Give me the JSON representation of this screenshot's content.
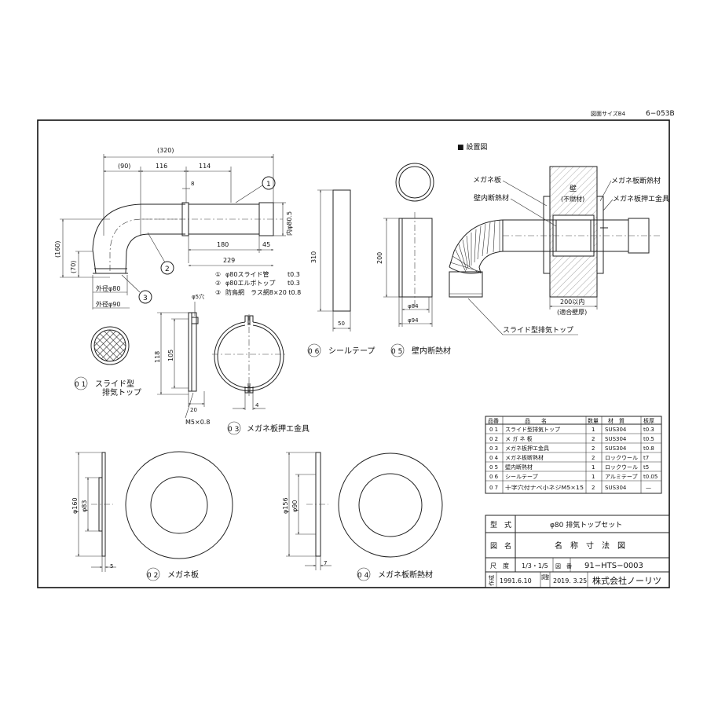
{
  "header": {
    "paper_size": "図面サイズB4",
    "drawing_ref": "6−053B"
  },
  "install_view": {
    "title": "■ 設置図",
    "labels": {
      "megane_plate": "メガネ板",
      "wall_insulation": "壁内断熱材",
      "wall": "壁",
      "wall_sub": "(不燃材)",
      "megane_insulation": "メガネ板断熱材",
      "megane_fitting": "メガネ板押エ金具",
      "wall_thickness": "200以内",
      "wall_thickness_sub": "(適合壁厚)",
      "slide_top": "スライド型排気トップ"
    }
  },
  "part01_view": {
    "dims": {
      "total": "(320)",
      "d90": "(90)",
      "d116": "116",
      "d114": "114",
      "d8": "8",
      "d180": "180",
      "d45": "45",
      "d229": "229",
      "h160": "(160)",
      "h70": "(70)",
      "inner_dia": "内φ80.5",
      "outer80": "外径φ80",
      "outer90": "外径φ90"
    },
    "balloons": [
      "1",
      "2",
      "3"
    ],
    "notes": [
      {
        "no": "①",
        "text": "φ80スライド管",
        "t": "t0.3"
      },
      {
        "no": "②",
        "text": "φ80エルボトップ",
        "t": "t0.3"
      },
      {
        "no": "③",
        "text": "防鳥網　ラス網8×20 t0.8",
        "t": ""
      }
    ],
    "label_no": "0 1",
    "label": "スライド型",
    "label2": "排気トップ"
  },
  "part06_view": {
    "dim_h": "310",
    "dim_w": "50",
    "label_no": "0 6",
    "label": "シールテープ"
  },
  "part05_view": {
    "dim_h": "200",
    "dim_in": "φ84",
    "dim_out": "φ94",
    "label_no": "0 5",
    "label": "壁内断熱材"
  },
  "part03_view": {
    "hole": "φ5穴",
    "d118": "118",
    "d105": "105",
    "d20": "20",
    "d4": "4",
    "screw": "M5×0.8",
    "label_no": "0 3",
    "label": "メガネ板押エ金具"
  },
  "part02_view": {
    "d160": "φ160",
    "d83": "φ83",
    "t": "5",
    "label_no": "0 2",
    "label": "メガネ板"
  },
  "part04_view": {
    "d156": "φ156",
    "d90": "φ90",
    "t": "7",
    "label_no": "0 4",
    "label": "メガネ板断熱材"
  },
  "parts_table": {
    "headers": [
      "品番",
      "品　　名",
      "数量",
      "材　質",
      "板厚"
    ],
    "rows": [
      [
        "0 1",
        "スライド型排気トップ",
        "1",
        "SUS304",
        "t0.3"
      ],
      [
        "0 2",
        "メ ガ ネ 板",
        "2",
        "SUS304",
        "t0.5"
      ],
      [
        "0 3",
        "メガネ板押エ金具",
        "2",
        "SUS304",
        "t0.8"
      ],
      [
        "0 4",
        "メガネ板断熱材",
        "2",
        "ロックウール",
        "t7"
      ],
      [
        "0 5",
        "壁内断熱材",
        "1",
        "ロックウール",
        "t5"
      ],
      [
        "0 6",
        "シールテープ",
        "1",
        "アルミテープ",
        "t0.05"
      ],
      [
        "0 7",
        "十字穴付ナベ小ネジM5×15",
        "2",
        "SUS304",
        "—"
      ]
    ]
  },
  "title_block": {
    "model_label": "型　式",
    "model_value": "φ80 排気トップセット",
    "name_label": "図　名",
    "name_value": "名　称　寸　法　図",
    "scale_label": "尺　度",
    "scale_value": "1/3・1/5",
    "drawing_no_label": "図　番",
    "drawing_no_value": "91−HTS−0003",
    "created_label": "作成",
    "created_value": "1991.6.10",
    "revised_label": "調整",
    "revised_value": "2019. 3.25",
    "company": "株式会社ノーリツ"
  }
}
